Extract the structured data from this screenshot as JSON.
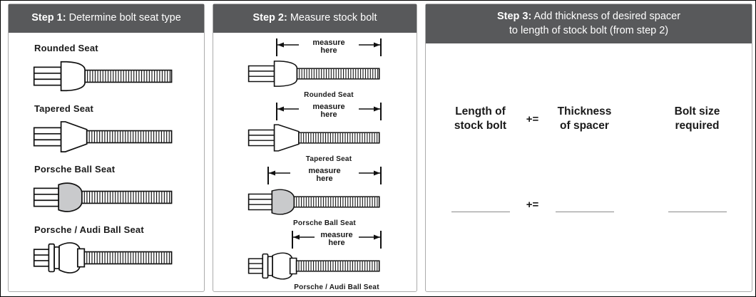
{
  "step1": {
    "title_bold": "Step 1:",
    "title_rest": " Determine bolt seat type",
    "bolts": [
      {
        "label": "Rounded Seat"
      },
      {
        "label": "Tapered Seat"
      },
      {
        "label": "Porsche Ball Seat"
      },
      {
        "label": "Porsche / Audi Ball Seat"
      }
    ]
  },
  "step2": {
    "title_bold": "Step 2:",
    "title_rest": " Measure stock bolt",
    "measure_line1": "measure",
    "measure_line2": "here",
    "bolts": [
      {
        "label": "Rounded Seat"
      },
      {
        "label": "Tapered Seat"
      },
      {
        "label": "Porsche Ball Seat"
      },
      {
        "label": "Porsche / Audi Ball Seat"
      }
    ]
  },
  "step3": {
    "title_bold": "Step 3:",
    "title_rest": " Add thickness of desired spacer",
    "title_line2": "to length of stock bolt (from step 2)",
    "columns": [
      {
        "line1": "Length of",
        "line2": "stock bolt"
      },
      {
        "line1": "Thickness",
        "line2": "of spacer"
      },
      {
        "line1": "Bolt size",
        "line2": "required"
      }
    ],
    "operator_header": "+=",
    "operator_blank": "+="
  },
  "colors": {
    "header_bg": "#58595b",
    "header_text": "#ffffff",
    "ball_fill": "#c9cacc",
    "outline": "#111111"
  }
}
